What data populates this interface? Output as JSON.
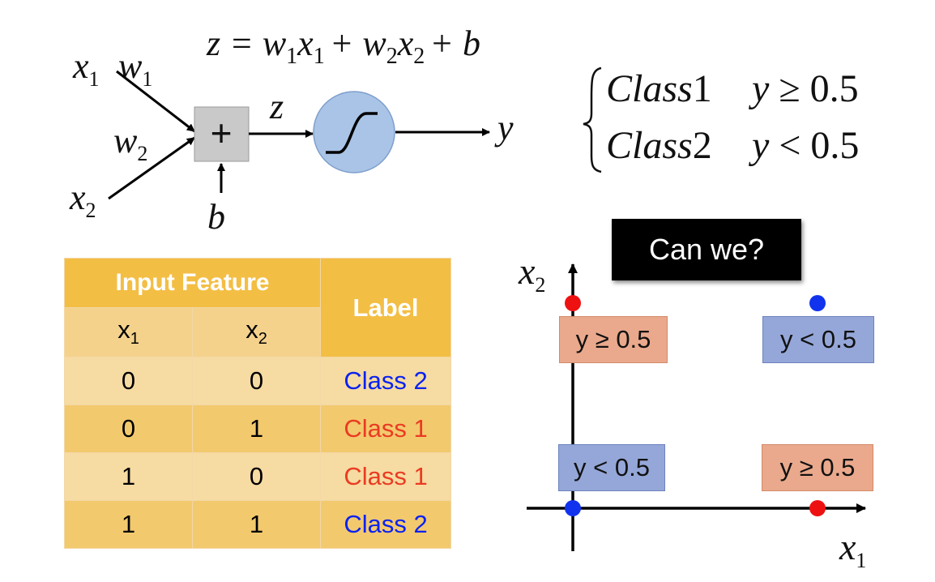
{
  "equation": {
    "z_label": "z = w",
    "w1_sub": "1",
    "x1_part": "x",
    "x1_sub": "1",
    "plus1": "+ w",
    "w2_sub": "2",
    "x2_part": "x",
    "x2_sub": "2",
    "plus_b": "+ b"
  },
  "neuron": {
    "x1": "x",
    "x1_sub": "1",
    "w1": "w",
    "w1_sub": "1",
    "w2": "w",
    "w2_sub": "2",
    "x2": "x",
    "x2_sub": "2",
    "sum_symbol": "+",
    "bias": "b",
    "z": "z",
    "output": "y"
  },
  "classification_rule": {
    "rows": [
      {
        "class": "Class",
        "class_num": "1",
        "condition": "y",
        "op_value": " ≥ 0.5"
      },
      {
        "class": "Class",
        "class_num": "2",
        "condition": "y",
        "op_value": " < 0.5"
      }
    ]
  },
  "banner": {
    "text": "Can we?"
  },
  "table": {
    "header_group": "Input Feature",
    "header_label": "Label",
    "col_x1": "x",
    "col_x1_sub": "1",
    "col_x2": "x",
    "col_x2_sub": "2",
    "rows": [
      {
        "x1": "0",
        "x2": "0",
        "label": "Class 2",
        "label_color": "#0a22f0"
      },
      {
        "x1": "0",
        "x2": "1",
        "label": "Class 1",
        "label_color": "#ea3b22"
      },
      {
        "x1": "1",
        "x2": "0",
        "label": "Class 1",
        "label_color": "#ea3b22"
      },
      {
        "x1": "1",
        "x2": "1",
        "label": "Class 2",
        "label_color": "#0a22f0"
      }
    ]
  },
  "plot": {
    "x_axis": "x",
    "x_axis_sub": "1",
    "y_axis": "x",
    "y_axis_sub": "2",
    "tags": [
      {
        "text": "y ≥ 0.5",
        "color": "orange"
      },
      {
        "text": "y < 0.5",
        "color": "blue"
      },
      {
        "text": "y < 0.5",
        "color": "blue"
      },
      {
        "text": "y ≥ 0.5",
        "color": "orange"
      }
    ],
    "points": [
      {
        "x": 0,
        "y": 1,
        "color": "#ee1111"
      },
      {
        "x": 1,
        "y": 1,
        "color": "#1133ee"
      },
      {
        "x": 0,
        "y": 0,
        "color": "#1133ee"
      },
      {
        "x": 1,
        "y": 0,
        "color": "#ee1111"
      }
    ]
  },
  "colors": {
    "table_header": "#f3be44",
    "table_light": "#f6dba2",
    "table_dark": "#f3c96e",
    "class1": "#ea3b22",
    "class2": "#0a22f0",
    "sigmoid_fill": "#a9c4e6"
  }
}
